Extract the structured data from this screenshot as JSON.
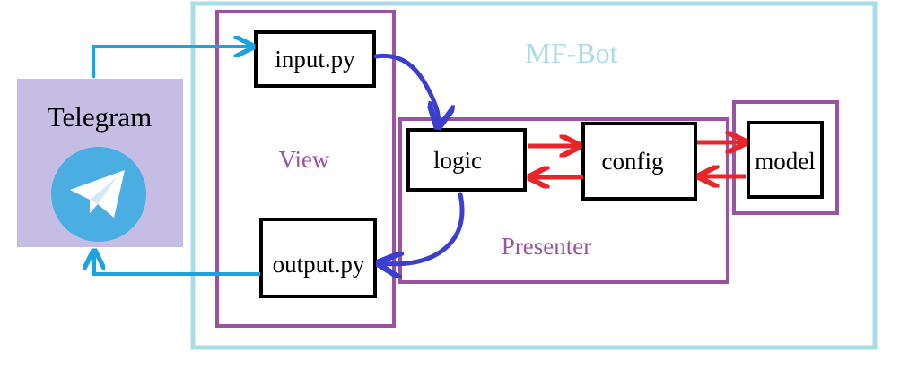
{
  "title": "MF-Bot",
  "telegram": {
    "label": "Telegram",
    "icon": "telegram-paper-plane-icon"
  },
  "groups": {
    "view": "View",
    "presenter": "Presenter"
  },
  "nodes": {
    "input": "input.py",
    "output": "output.py",
    "logic": "logic",
    "config": "config",
    "model": "model"
  },
  "colors": {
    "mfbot_border": "#a9dde6",
    "mfbot_text": "#a9dde6",
    "group_border": "#9b52a5",
    "group_text": "#9b52a5",
    "telegram_bg": "#c6bde4",
    "telegram_icon": "#4aaee3",
    "arrow_blue_light": "#1aa3e0",
    "arrow_blue_dark": "#3b3fd0",
    "arrow_red": "#e8262a"
  }
}
